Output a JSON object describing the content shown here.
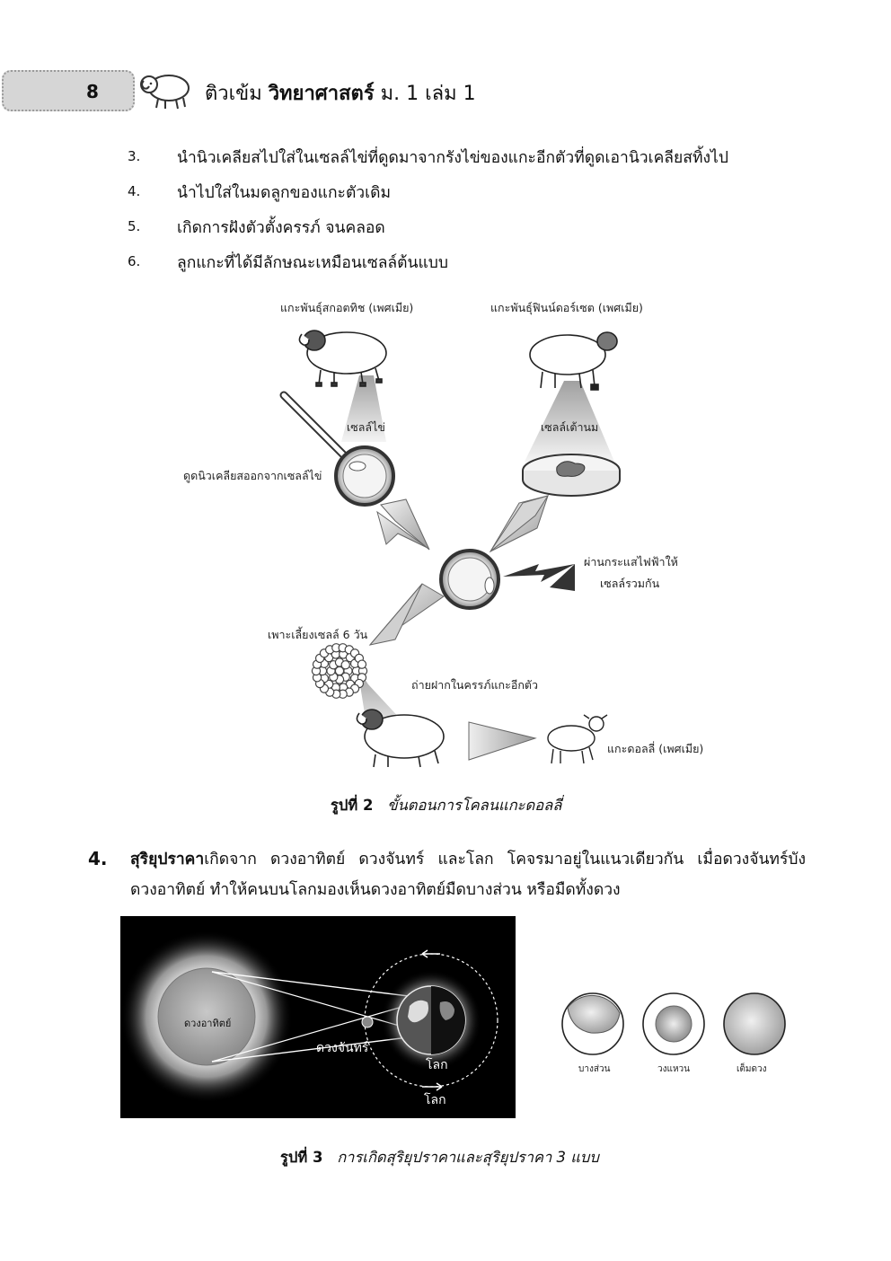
{
  "header": {
    "page_number": "8",
    "title_prefix": "ติวเข้ม",
    "title_bold": "วิทยาศาสตร์",
    "title_suffix": "ม. 1 เล่ม 1"
  },
  "steps": [
    {
      "num": "3.",
      "text": "นำนิวเคลียสไปใส่ในเซลล์ไข่ที่ดูดมาจากรังไข่ของแกะอีกตัวที่ดูดเอานิวเคลียสทิ้งไป"
    },
    {
      "num": "4.",
      "text": "นำไปใส่ในมดลูกของแกะตัวเดิม"
    },
    {
      "num": "5.",
      "text": "เกิดการฝังตัวตั้งครรภ์ จนคลอด"
    },
    {
      "num": "6.",
      "text": "ลูกแกะที่ได้มีลักษณะเหมือนเซลล์ต้นแบบ"
    }
  ],
  "figure2": {
    "labels": {
      "scottish_sheep": "แกะพันธุ์สกอตทิช (เพศเมีย)",
      "finn_dorset_sheep": "แกะพันธุ์ฟินน์ดอร์เซต (เพศเมีย)",
      "egg_cell": "เซลล์ไข่",
      "mammary_cell": "เซลล์เต้านม",
      "suck_nucleus": "ดูดนิวเคลียสออกจากเซลล์ไข่",
      "electric_1": "ผ่านกระแสไฟฟ้าให้",
      "electric_2": "เซลล์รวมกัน",
      "culture": "เพาะเลี้ยงเซลล์ 6 วัน",
      "transfer": "ถ่ายฝากในครรภ์แกะอีกตัว",
      "dolly": "แกะดอลลี่ (เพศเมีย)"
    },
    "caption_num": "รูปที่ 2",
    "caption_text": "ขั้นตอนการโคลนแกะดอลลี่"
  },
  "item4": {
    "num": "4.",
    "term": "สุริยุปราคา",
    "line1_rest": "เกิดจาก ดวงอาทิตย์ ดวงจันทร์ และโลก โคจรมาอยู่ในแนวเดียวกัน เมื่อดวงจันทร์บัง",
    "line2": "ดวงอาทิตย์ ทำให้คนบนโลกมองเห็นดวงอาทิตย์มืดบางส่วน หรือมืดทั้งดวง"
  },
  "figure3": {
    "labels": {
      "sun": "ดวงอาทิตย์",
      "moon": "ดวงจันทร์",
      "earth_inner": "โลก",
      "earth_orbit": "โลก",
      "partial": "บางส่วน",
      "annular": "วงแหวน",
      "total": "เต็มดวง"
    },
    "caption_num": "รูปที่ 3",
    "caption_text": "การเกิดสุริยุปราคาและสุริยุปราคา 3 แบบ"
  }
}
